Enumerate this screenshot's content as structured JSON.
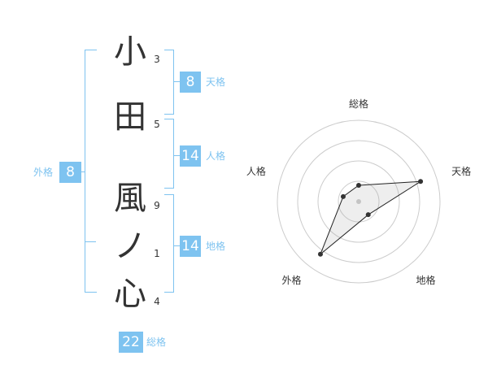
{
  "name": {
    "characters": [
      {
        "char": "小",
        "strokes": "3"
      },
      {
        "char": "田",
        "strokes": "5"
      },
      {
        "char": "風",
        "strokes": "9"
      },
      {
        "char": "ノ",
        "strokes": "1"
      },
      {
        "char": "心",
        "strokes": "4"
      }
    ]
  },
  "fortunes": {
    "ten": {
      "value": "8",
      "label": "天格"
    },
    "jin": {
      "value": "14",
      "label": "人格"
    },
    "chi": {
      "value": "14",
      "label": "地格"
    },
    "gai": {
      "value": "8",
      "label": "外格"
    },
    "sou": {
      "value": "22",
      "label": "総格"
    }
  },
  "colors": {
    "accent": "#7ec3f0",
    "text": "#333333",
    "grid": "#cccccc"
  },
  "chart_data": {
    "type": "radar",
    "categories": [
      "総格",
      "天格",
      "地格",
      "外格",
      "人格"
    ],
    "values": [
      1,
      4,
      1,
      4,
      1
    ],
    "rlim": [
      0,
      5
    ],
    "rings": 4
  }
}
